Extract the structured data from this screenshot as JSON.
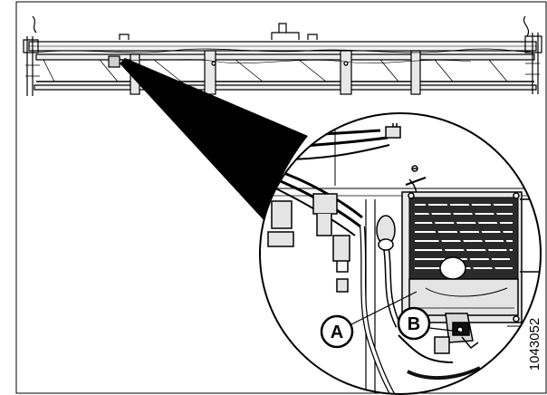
{
  "callouts": [
    {
      "id": "a",
      "label": "A"
    },
    {
      "id": "b",
      "label": "B"
    }
  ],
  "figure_number": "1043052",
  "colors": {
    "line": "#000000",
    "background": "#ffffff",
    "component_fill": "#e4e4e4",
    "shadow": "#111111"
  }
}
